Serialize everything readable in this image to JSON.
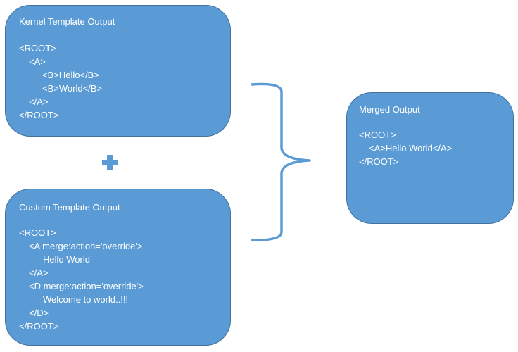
{
  "kernel_box": {
    "title": "Kernel Template Output",
    "lines": [
      "<ROOT>",
      "<A>",
      "<B>Hello</B>",
      "<B>World</B>",
      "</A>",
      "</ROOT>"
    ]
  },
  "custom_box": {
    "title": "Custom Template Output",
    "lines": [
      "<ROOT>",
      "<A merge:action='override'>",
      "Hello World",
      "</A>",
      "<D merge:action='override'>",
      "Welcome to world..!!!",
      "</D>",
      "</ROOT>"
    ]
  },
  "merged_box": {
    "title": "Merged Output",
    "lines": [
      "<ROOT>",
      "<A>Hello World</A>",
      "</ROOT>"
    ]
  },
  "colors": {
    "box_fill": "#5b9bd5",
    "box_border": "#41719c",
    "text": "#ffffff"
  },
  "icons": {
    "plus": "plus-icon",
    "brace": "right-curly-brace-icon"
  }
}
